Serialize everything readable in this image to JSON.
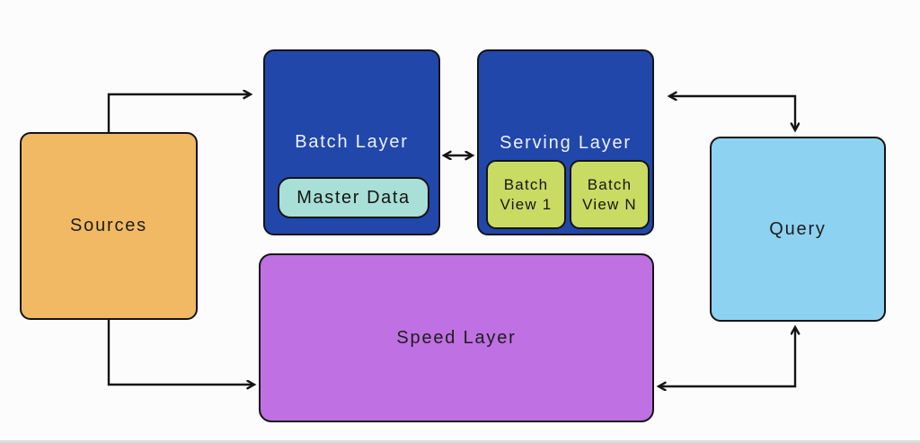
{
  "canvas": {
    "background": "#fcfcfc",
    "edge_stroke": "#141414",
    "bottom_strip": "#dcdcdc"
  },
  "nodes": {
    "sources": {
      "label": "Sources",
      "fill": "#f1b963",
      "text_color": "#1d1d1d"
    },
    "batch_layer": {
      "label": "Batch Layer",
      "fill": "#2147ab",
      "text_color": "#eef1fb"
    },
    "master_data": {
      "label": "Master Data",
      "fill": "#a8dfd6",
      "text_color": "#141414"
    },
    "serving_layer": {
      "label": "Serving Layer",
      "fill": "#2147ab",
      "text_color": "#eef1fb"
    },
    "batch_view_1": {
      "label": "Batch View 1",
      "lines": [
        "Batch",
        "View 1"
      ],
      "fill": "#c9db62",
      "text_color": "#161616"
    },
    "batch_view_n": {
      "label": "Batch View N",
      "lines": [
        "Batch",
        "View N"
      ],
      "fill": "#c9db62",
      "text_color": "#161616"
    },
    "query": {
      "label": "Query",
      "fill": "#8ed2f1",
      "text_color": "#1d1d1d"
    },
    "speed_layer": {
      "label": "Speed Layer",
      "fill": "#bf70e2",
      "text_color": "#1d1d1d"
    }
  },
  "edges": [
    {
      "name": "sources-to-batch-layer",
      "from": "sources",
      "to": "batch_layer",
      "direction": "one-way"
    },
    {
      "name": "batch-layer-serving-layer",
      "from": "batch_layer",
      "to": "serving_layer",
      "direction": "two-way"
    },
    {
      "name": "serving-layer-query",
      "from": "serving_layer",
      "to": "query",
      "direction": "two-way"
    },
    {
      "name": "sources-to-speed-layer",
      "from": "sources",
      "to": "speed_layer",
      "direction": "one-way"
    },
    {
      "name": "speed-layer-query",
      "from": "speed_layer",
      "to": "query",
      "direction": "two-way"
    }
  ]
}
